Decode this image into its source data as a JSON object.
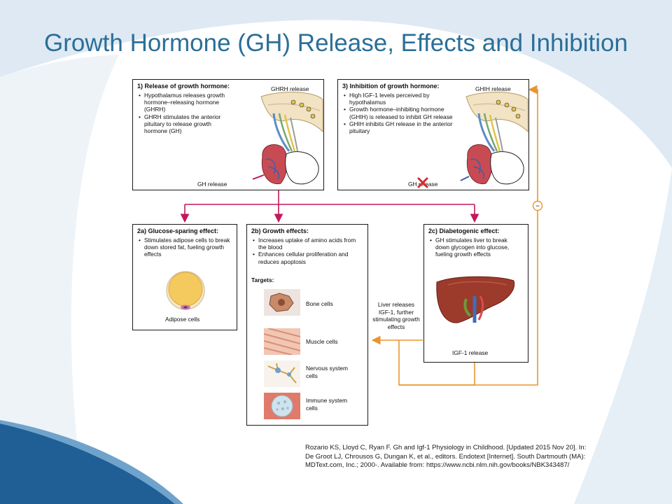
{
  "slide": {
    "title": "Growth Hormone (GH) Release, Effects and Inhibition"
  },
  "diagram": {
    "panel_1": {
      "title": "1) Release of growth hormone:",
      "bullets": [
        "Hypothalamus releases growth hormone–releasing hormone (GHRH)",
        "GHRH stimulates the anterior pituitary to release growth hormone (GH)"
      ],
      "ghrh_label": "GHRH release",
      "gh_label": "GH release"
    },
    "panel_3": {
      "title": "3) Inhibition of growth hormone:",
      "bullets": [
        "High IGF-1 levels perceived by hypothalamus",
        "Growth hormone–inhibiting hormone (GHIH) is released to inhibit GH release",
        "GHIH inhibits GH release in the anterior pituitary"
      ],
      "ghih_label": "GHIH release",
      "gh_label": "GH release"
    },
    "panel_2a": {
      "title": "2a) Glucose-sparing effect:",
      "bullets": [
        "Stimulates adipose cells to break down stored fat, fueling growth effects"
      ],
      "cell_label": "Adipose cells"
    },
    "panel_2b": {
      "title": "2b) Growth effects:",
      "bullets": [
        "Increases uptake of amino acids from the blood",
        "Enhances cellular proliferation and reduces apoptosis"
      ],
      "targets_label": "Targets:",
      "targets": [
        "Bone cells",
        "Muscle cells",
        "Nervous system cells",
        "Immune system cells"
      ]
    },
    "panel_2c": {
      "title": "2c) Diabetogenic effect:",
      "bullets": [
        "GH stimulates liver to break down glycogen into glucose, fueling growth effects"
      ],
      "igf_label": "IGF-1 release"
    },
    "liver_feedback_label": "Liver releases IGF-1, further stimulating growth effects",
    "inhibition_symbol": "−"
  },
  "citation": {
    "lines": [
      "Rozario KS, Lloyd C, Ryan F. Gh and Igf-1 Physiology in Childhood. [Updated 2015 Nov 20]. In:",
      "De Groot LJ, Chrousos G, Dungan K, et al., editors. Endotext [Internet]. South Dartmouth (MA):",
      "MDText.com, Inc.; 2000-. Available from: https://www.ncbi.nlm.nih.gov/books/NBK343487/"
    ]
  },
  "colors": {
    "title_blue": "#2a6f98",
    "magenta_arrow": "#c2185b",
    "orange_arrow": "#e8962f",
    "background_swoosh": "#e3ecf4",
    "dark_blue_wave": "#1f5f95"
  }
}
